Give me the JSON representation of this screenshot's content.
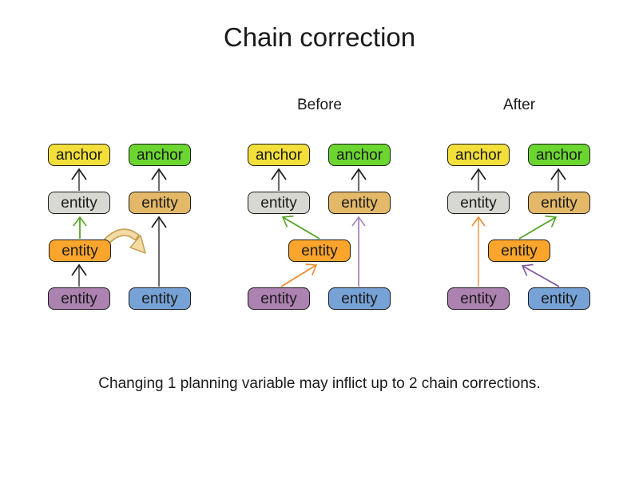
{
  "title": "Chain correction",
  "caption": "Changing 1 planning variable may inflict up to 2 chain corrections.",
  "groups": {
    "before": {
      "label": "Before"
    },
    "after": {
      "label": "After"
    }
  },
  "diagram": {
    "initial": {
      "anchor_yellow": "anchor",
      "anchor_green": "anchor",
      "entity_gray": "entity",
      "entity_tan": "entity",
      "entity_orange": "entity",
      "entity_purple": "entity",
      "entity_blue": "entity"
    },
    "before": {
      "anchor_yellow": "anchor",
      "anchor_green": "anchor",
      "entity_gray": "entity",
      "entity_tan": "entity",
      "entity_orange": "entity",
      "entity_purple": "entity",
      "entity_blue": "entity"
    },
    "after": {
      "anchor_yellow": "anchor",
      "anchor_green": "anchor",
      "entity_gray": "entity",
      "entity_tan": "entity",
      "entity_orange": "entity",
      "entity_purple": "entity",
      "entity_blue": "entity"
    }
  },
  "colors": {
    "background": "#FFFFFF",
    "text": "#1A1A1A",
    "anchor_yellow": "#F2DF3A",
    "anchor_green": "#6BD62F",
    "entity_gray": "#D8D8D2",
    "entity_tan": "#E3B868",
    "entity_orange": "#FBA52C",
    "entity_purple": "#AC82B0",
    "entity_blue": "#76A2D6",
    "arrow_gray": "#6E6E6E",
    "arrow_black": "#1A1A1A",
    "arrow_green": "#55A327",
    "arrow_orange": "#EE8C2E",
    "arrow_orange_light": "#F0A968",
    "arrow_purple_light": "#A284BE",
    "arrow_purple": "#7D58A2",
    "move_arrow_fill": "#F2DCA4",
    "move_arrow_stroke": "#C9A35B"
  }
}
